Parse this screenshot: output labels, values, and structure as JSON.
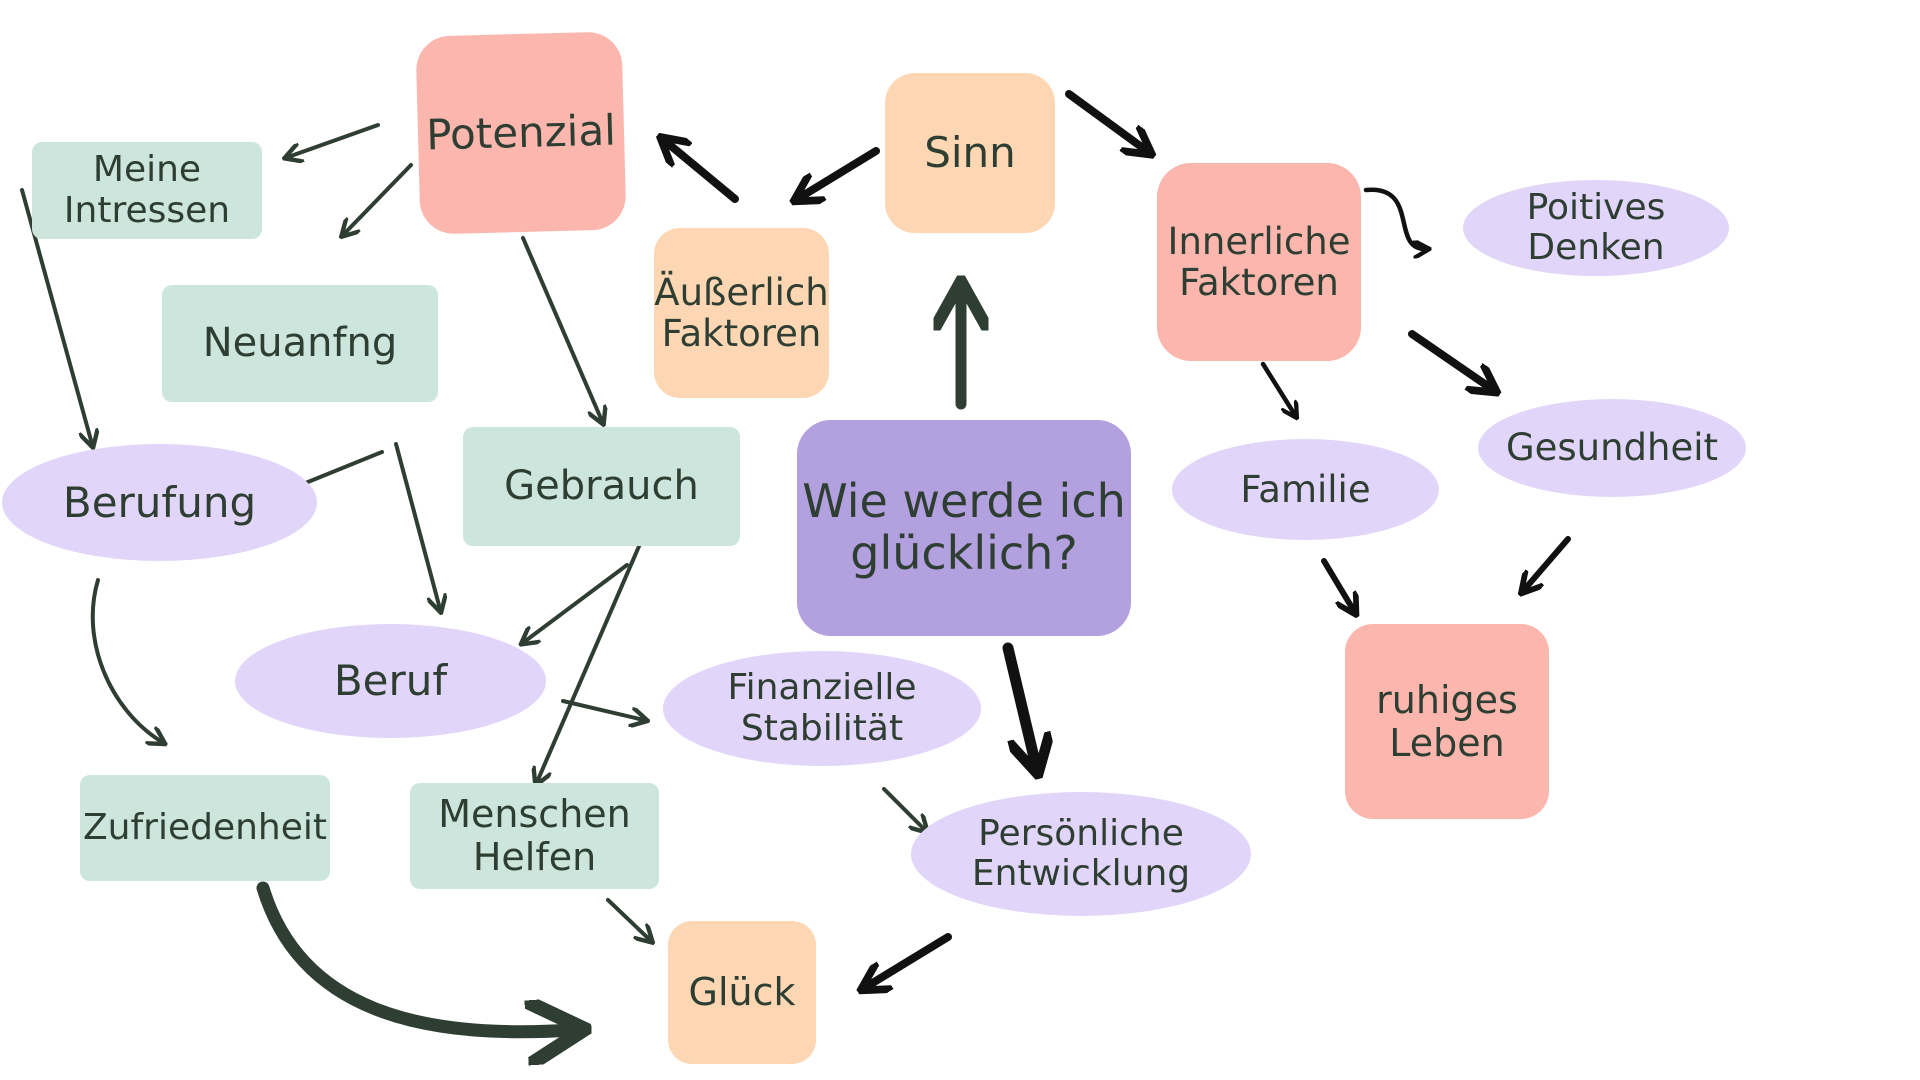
{
  "nodes": {
    "potenzial": "Potenzial",
    "sinn": "Sinn",
    "meine_intressen": "Meine\nIntressen",
    "neuanfng": "Neuanfng",
    "berufung": "Berufung",
    "gebrauch": "Gebrauch",
    "ausserlich_faktoren": "Äußerlich\nFaktoren",
    "center_question": "Wie werde ich\nglücklich?",
    "innerliche_faktoren": "Innerliche\nFaktoren",
    "poitives_denken": "Poitives\nDenken",
    "familie": "Familie",
    "gesundheit": "Gesundheit",
    "ruhiges_leben": "ruhiges\nLeben",
    "beruf": "Beruf",
    "finanzielle_stabilitat": "Finanzielle\nStabilität",
    "zufriedenheit": "Zufriedenheit",
    "menschen_helfen": "Menschen\nHelfen",
    "personliche_entwicklung": "Persönliche\nEntwicklung",
    "gluck": "Glück"
  },
  "colors": {
    "green": "#cde6dd",
    "pink": "#fbb6ad",
    "peach": "#fdd7b4",
    "lavender": "#e2d5fa",
    "center_purple": "#b3a0de",
    "text": "#2f3e33",
    "arrow_dark_green": "#2f3e33",
    "arrow_black": "#111111"
  },
  "edges": [
    [
      "center_question",
      "sinn"
    ],
    [
      "center_question",
      "personliche_entwicklung"
    ],
    [
      "sinn",
      "ausserlich_faktoren"
    ],
    [
      "sinn",
      "innerliche_faktoren"
    ],
    [
      "ausserlich_faktoren",
      "potenzial"
    ],
    [
      "potenzial",
      "meine_intressen"
    ],
    [
      "potenzial",
      "neuanfng"
    ],
    [
      "potenzial",
      "gebrauch"
    ],
    [
      "meine_intressen",
      "berufung"
    ],
    [
      "neuanfng",
      "berufung"
    ],
    [
      "neuanfng",
      "beruf"
    ],
    [
      "berufung",
      "zufriedenheit"
    ],
    [
      "gebrauch",
      "beruf"
    ],
    [
      "gebrauch",
      "menschen_helfen"
    ],
    [
      "beruf",
      "finanzielle_stabilitat"
    ],
    [
      "finanzielle_stabilitat",
      "personliche_entwicklung"
    ],
    [
      "zufriedenheit",
      "gluck"
    ],
    [
      "menschen_helfen",
      "gluck"
    ],
    [
      "personliche_entwicklung",
      "gluck"
    ],
    [
      "innerliche_faktoren",
      "poitives_denken"
    ],
    [
      "innerliche_faktoren",
      "familie"
    ],
    [
      "innerliche_faktoren",
      "gesundheit"
    ],
    [
      "familie",
      "ruhiges_leben"
    ],
    [
      "gesundheit",
      "ruhiges_leben"
    ]
  ]
}
